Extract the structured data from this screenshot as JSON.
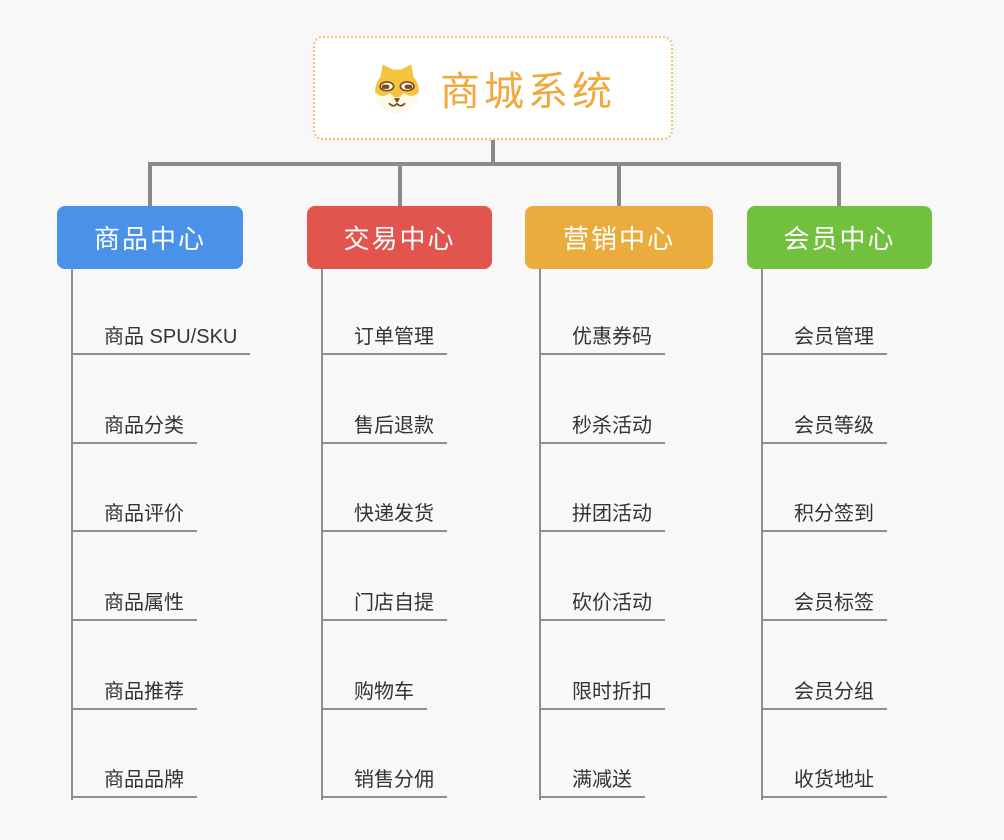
{
  "page": {
    "background_color": "#F8F8F8",
    "connector_color": "#8A8A8A"
  },
  "root": {
    "title": "商城系统",
    "icon": "dog-face-icon",
    "text_color": "#EFA93D",
    "border_color": "#F3C178"
  },
  "branches": [
    {
      "label": "商品中心",
      "color": "#4A91E9",
      "children": [
        "商品 SPU/SKU",
        "商品分类",
        "商品评价",
        "商品属性",
        "商品推荐",
        "商品品牌"
      ]
    },
    {
      "label": "交易中心",
      "color": "#E2544E",
      "children": [
        "订单管理",
        "售后退款",
        "快递发货",
        "门店自提",
        "购物车",
        "销售分佣"
      ]
    },
    {
      "label": "营销中心",
      "color": "#EBAC3E",
      "children": [
        "优惠券码",
        "秒杀活动",
        "拼团活动",
        "砍价活动",
        "限时折扣",
        "满减送"
      ]
    },
    {
      "label": "会员中心",
      "color": "#72C13E",
      "children": [
        "会员管理",
        "会员等级",
        "积分签到",
        "会员标签",
        "会员分组",
        "收货地址"
      ]
    }
  ]
}
